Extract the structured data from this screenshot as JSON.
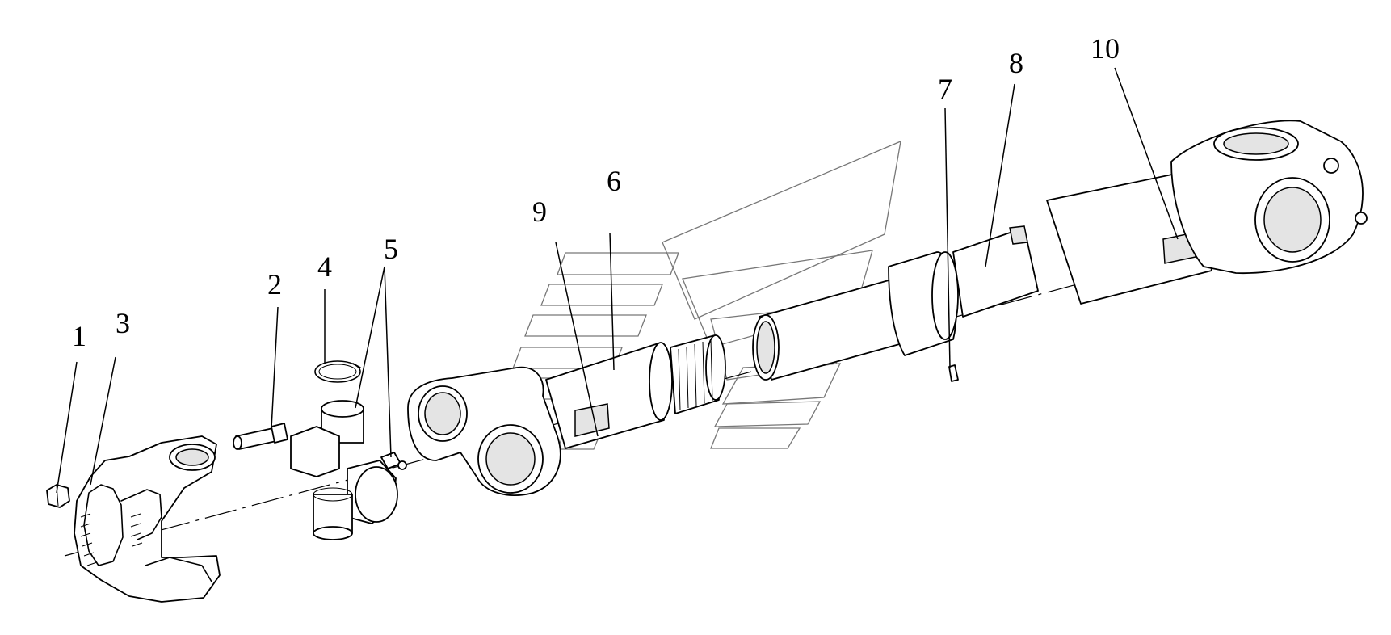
{
  "diagram": {
    "callouts": [
      {
        "id": "1",
        "label": "1"
      },
      {
        "id": "2",
        "label": "2"
      },
      {
        "id": "3",
        "label": "3"
      },
      {
        "id": "4",
        "label": "4"
      },
      {
        "id": "5",
        "label": "5"
      },
      {
        "id": "6",
        "label": "6"
      },
      {
        "id": "7",
        "label": "7"
      },
      {
        "id": "8",
        "label": "8"
      },
      {
        "id": "9",
        "label": "9"
      },
      {
        "id": "10",
        "label": "10"
      }
    ],
    "line_color": "#000000",
    "background": "#ffffff",
    "watermark_color": "#777777"
  }
}
